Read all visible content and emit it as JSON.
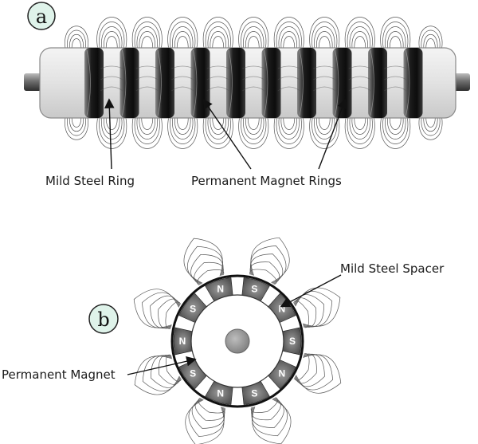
{
  "panel_a": {
    "badge": "a",
    "label_steel": "Mild Steel Ring",
    "label_magnets": "Permanent Magnet Rings",
    "ring_count": 10
  },
  "panel_b": {
    "badge": "b",
    "label_spacer": "Mild Steel Spacer",
    "label_magnet": "Permanent Magnet",
    "poles": [
      "N",
      "S",
      "N",
      "S",
      "N",
      "S",
      "N",
      "S",
      "N",
      "S"
    ]
  },
  "colors": {
    "badge_fill": "#dff3ea",
    "ring_dark": "#111111",
    "ring_mid": "#555555",
    "tube": "#e6e6e6",
    "line": "#555555"
  }
}
